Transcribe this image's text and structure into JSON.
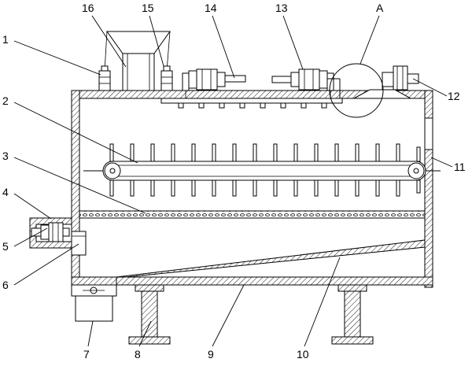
{
  "labels": {
    "n1": "1",
    "n2": "2",
    "n3": "3",
    "n4": "4",
    "n5": "5",
    "n6": "6",
    "n7": "7",
    "n8": "8",
    "n9": "9",
    "n10": "10",
    "n11": "11",
    "n12": "12",
    "n13": "13",
    "n14": "14",
    "n15": "15",
    "n16": "16",
    "nA": "A"
  }
}
